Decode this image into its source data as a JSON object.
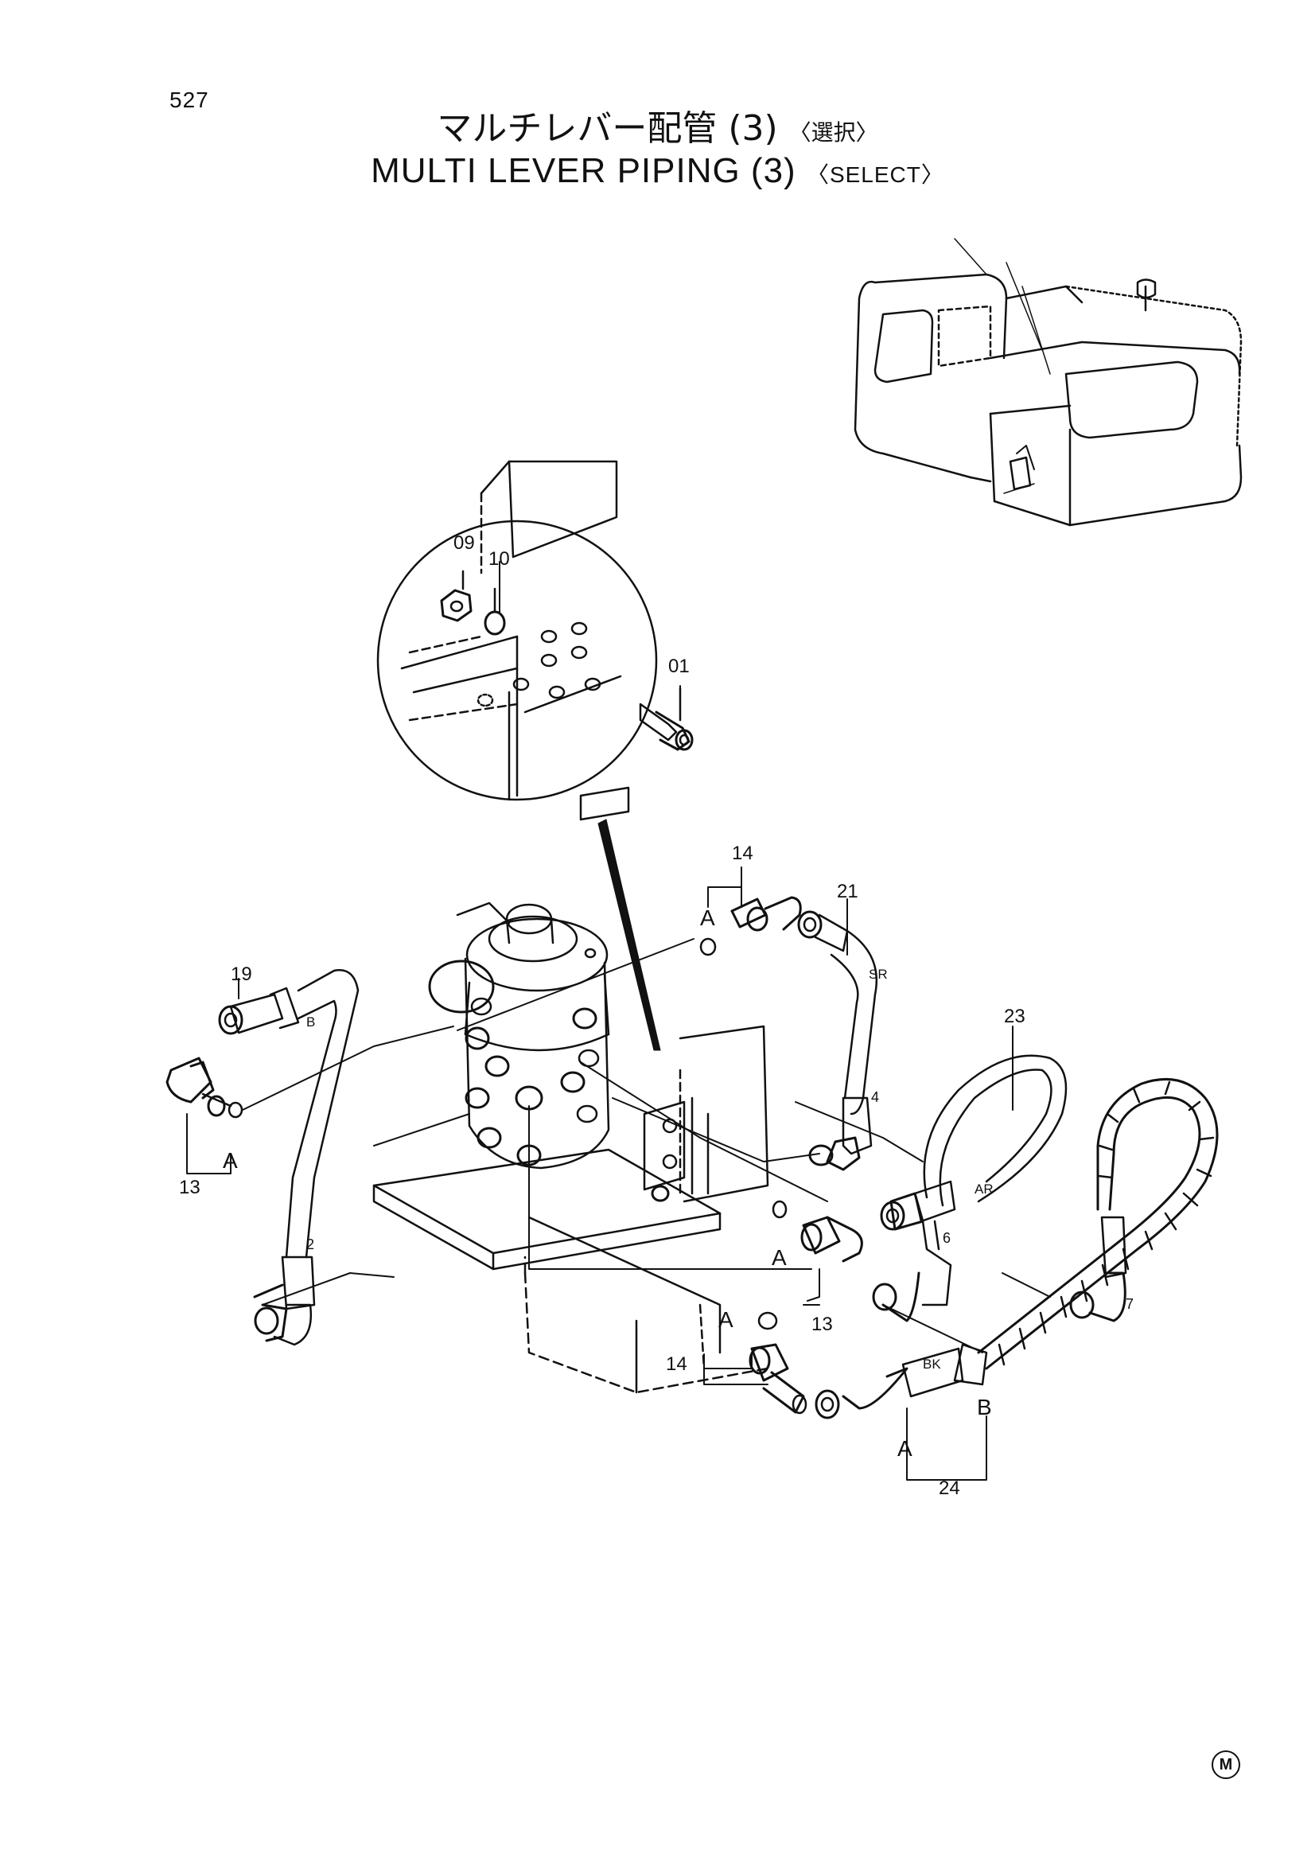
{
  "page": {
    "number": "527",
    "title_jp": "マルチレバー配管 (3)",
    "title_jp_suffix": "〈選択〉",
    "title_en": "MULTI LEVER PIPING (3)",
    "title_en_suffix": "〈SELECT〉",
    "footer_mark": "M"
  },
  "callouts": {
    "c09": "09",
    "c10": "10",
    "c01": "01",
    "c14_top": "14",
    "c21": "21",
    "c19": "19",
    "c23": "23",
    "c13_left": "13",
    "c13_mid": "13",
    "c14_bottom": "14",
    "c24": "24"
  },
  "ports": {
    "a_top": "A",
    "a_left": "A",
    "a_mid": "A",
    "a_bottom": "A",
    "a_hose": "A",
    "b_hose": "B"
  },
  "hose_tags": {
    "sr": "SR",
    "b": "B",
    "ar": "AR",
    "bk": "BK",
    "n2": "2",
    "n4": "4",
    "n6": "6",
    "n7": "7"
  }
}
